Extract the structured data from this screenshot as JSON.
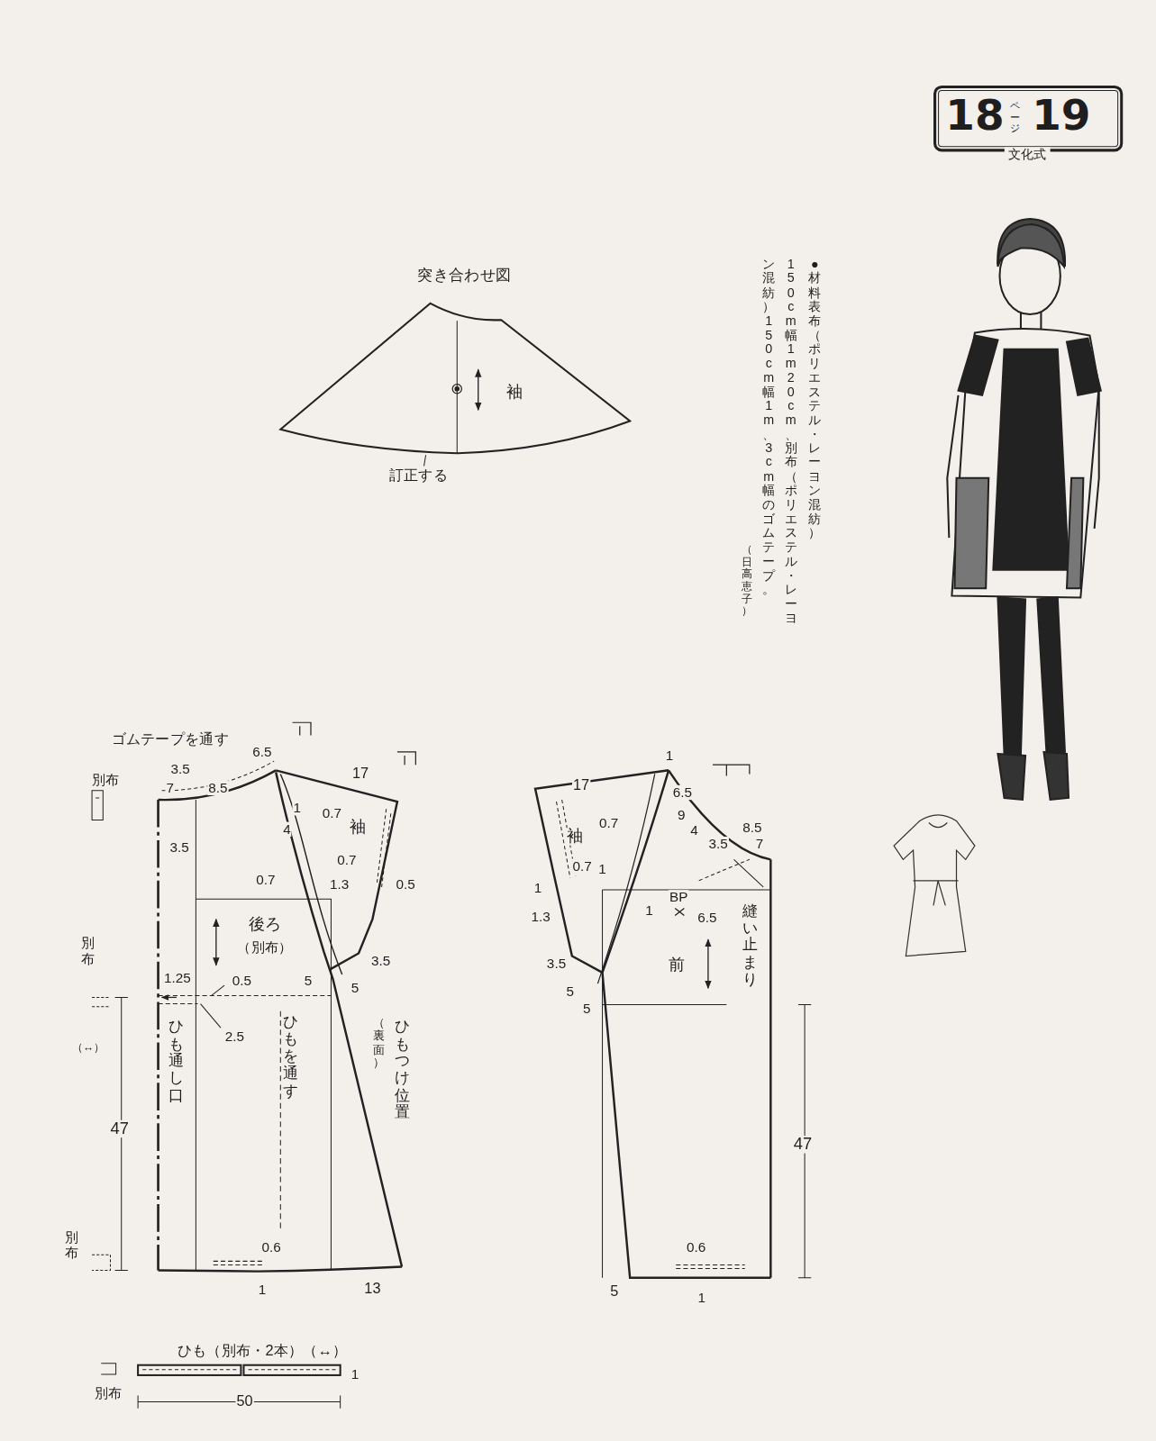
{
  "diagram": {
    "nodes": [
      {
        "text": [
          "18",
          "ページ",
          "19",
          "文化式"
        ]
      }
    ],
    "labels": [
      "突き合わせ図",
      "袖",
      "訂正する",
      "●材料　表布（ポリエステル・レーヨン混紡）",
      "150cm幅1m20cm、別布（ポリエステル・レーヨ",
      "ン混紡）150cm幅1m、3cm幅のゴムテープ。",
      "（日高恵子）",
      "ゴムテープを通す",
      "別布",
      "3.5",
      "7",
      "8.5",
      "6.5",
      "17",
      "1",
      "0.7",
      "4",
      "袖",
      "3.5",
      "0.7",
      "0.7",
      "1.3",
      "0.5",
      "後ろ",
      "（別布）",
      "3.5",
      "1.25",
      "0.5",
      "5",
      "5",
      "別布",
      "（↔）",
      "2.5",
      "ひも通し口",
      "ひもを通す",
      "ひもつけ位置",
      "（裏面）",
      "47",
      "別布",
      "0.6",
      "1",
      "13",
      "1",
      "17",
      "6.5",
      "9",
      "0.7",
      "袖",
      "4",
      "3.5",
      "8.5",
      "7",
      "0.7",
      "1",
      "1",
      "1.3",
      "BP",
      "1",
      "6.5",
      "縫い止まり",
      "前",
      "3.5",
      "5",
      "5",
      "47",
      "0.6",
      "5",
      "1",
      "ひも（別布・2本）（↔）",
      "別布",
      "1",
      "50"
    ]
  }
}
